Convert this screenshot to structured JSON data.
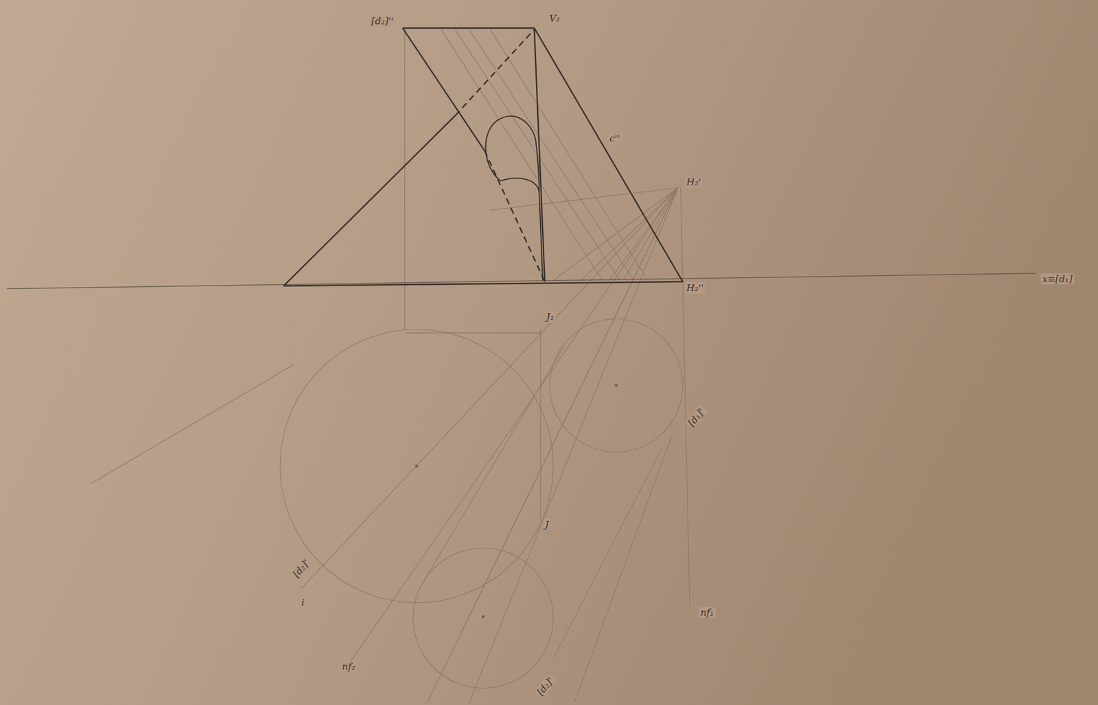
{
  "diagram": {
    "labels": [
      "[d₂]''",
      "V₂",
      "c''",
      "H₂'",
      "H₂''",
      "x≡[d₁]",
      "J₁",
      "[d₁]'",
      "J",
      "[d₂]'",
      "i",
      "nf₂",
      "[d₂]'",
      "nf₁"
    ]
  }
}
